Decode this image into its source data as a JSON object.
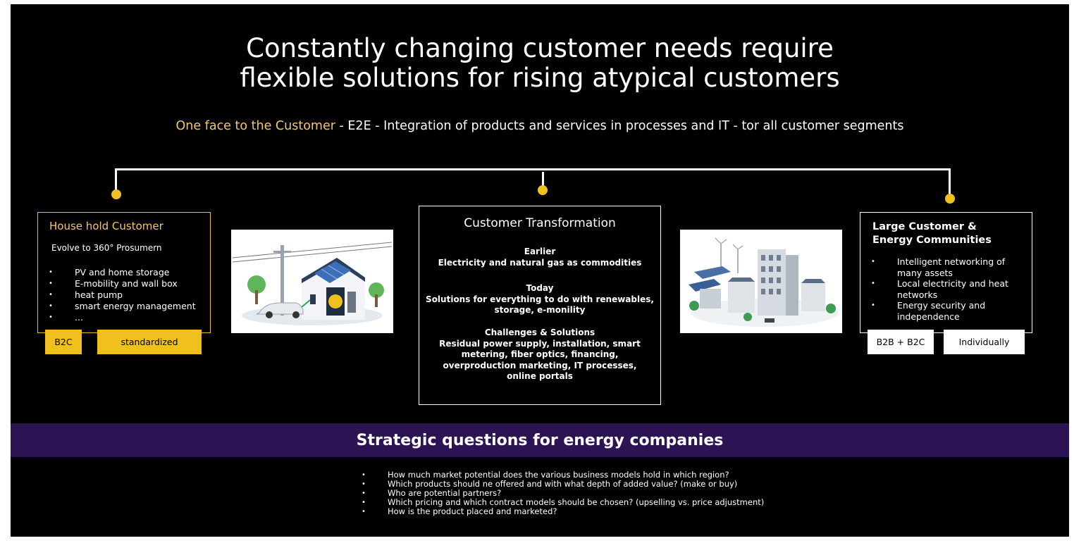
{
  "title": {
    "line1": "Constantly changing customer needs require",
    "line2": "flexible solutions for rising atypical customers"
  },
  "subtitle": {
    "highlight": "One face to the Customer",
    "rest": " - E2E - Integration of products and services in processes and IT - tor all customer segments"
  },
  "colors": {
    "background": "#000000",
    "accent_yellow": "#f0c11e",
    "highlight_text": "#f5c66a",
    "band_purple": "#2b1354"
  },
  "household": {
    "title": "House hold Customer",
    "subtitle": "Evolve to 360° Prosumern",
    "items": [
      "PV and home storage",
      "E-mobility and wall box",
      "heat pump",
      "smart energy management",
      "..."
    ],
    "tag1": "B2C",
    "tag2": "standardized"
  },
  "images": {
    "house": "house-with-solar-and-ev-illustration",
    "city": "city-with-wind-and-solar-illustration"
  },
  "transformation": {
    "title": "Customer Transformation",
    "earlier_head": "Earlier",
    "earlier_text": "Electricity and natural gas as commodities",
    "today_head": "Today",
    "today_line1": "Solutions for everything to do with renewables,",
    "today_line2": "storage, e-monility",
    "chal_head": "Challenges & Solutions",
    "chal_line1": "Residual power supply, installation, smart",
    "chal_line2": "metering, fiber optics, financing,",
    "chal_line3": "overproduction marketing, IT processes,",
    "chal_line4": "online portals"
  },
  "large": {
    "title_line1": "Large Customer &",
    "title_line2": "Energy Communities",
    "items": [
      {
        "l1": "Intelligent networking of",
        "l2": "many assets"
      },
      {
        "l1": "Local electricity and heat",
        "l2": "networks"
      },
      {
        "l1": "Energy security and",
        "l2": "independence"
      }
    ],
    "tag1": "B2B + B2C",
    "tag2": "Individually"
  },
  "band": {
    "title": "Strategic questions for energy companies"
  },
  "questions": [
    "How much market potential does the various business models hold in which region?",
    "Which products should ne offered and with what depth of added value? (make or buy)",
    "Who are potential partners?",
    "Which pricing and which contract models should be chosen? (upselling vs. price adjustment)",
    "How is the product placed and marketed?"
  ]
}
